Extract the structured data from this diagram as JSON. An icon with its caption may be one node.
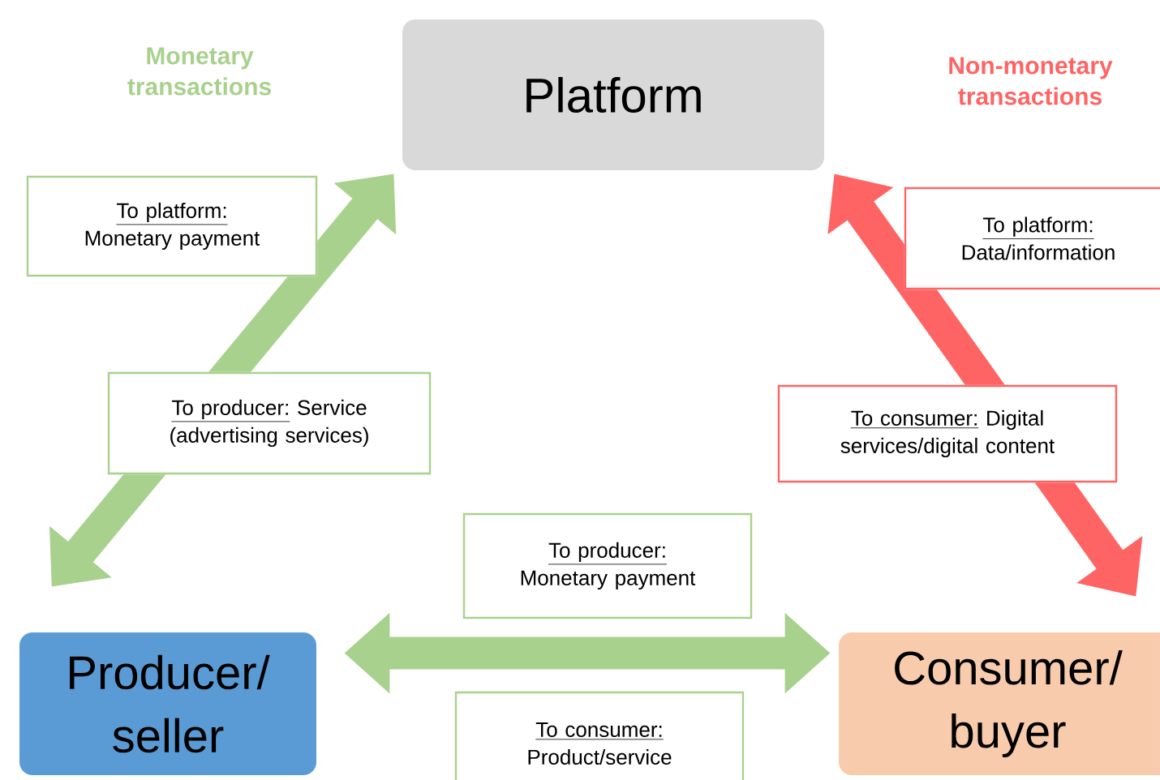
{
  "diagram": {
    "nodes": [
      {
        "text": [
          "Platform"
        ]
      },
      {
        "text": [
          "Producer/ seller"
        ]
      },
      {
        "text": [
          "Consumer/ buyer"
        ]
      }
    ],
    "edges": [
      {
        "from": 1,
        "to": 0,
        "arrow": "both",
        "color": "#a9d18e"
      },
      {
        "from": 0,
        "to": 2,
        "arrow": "both",
        "color": "#ff6464"
      },
      {
        "from": 1,
        "to": 2,
        "arrow": "both",
        "color": "#a9d18e"
      }
    ],
    "labels": [
      "Monetary transactions",
      "Non-monetary transactions",
      "To platform:",
      "Monetary payment",
      "To producer:",
      "Service (advertising services)",
      "To platform:",
      "Data/information",
      "To consumer:",
      "Digital services/digital content",
      "To producer:",
      "Monetary payment",
      "To consumer:",
      "Product/service"
    ]
  }
}
